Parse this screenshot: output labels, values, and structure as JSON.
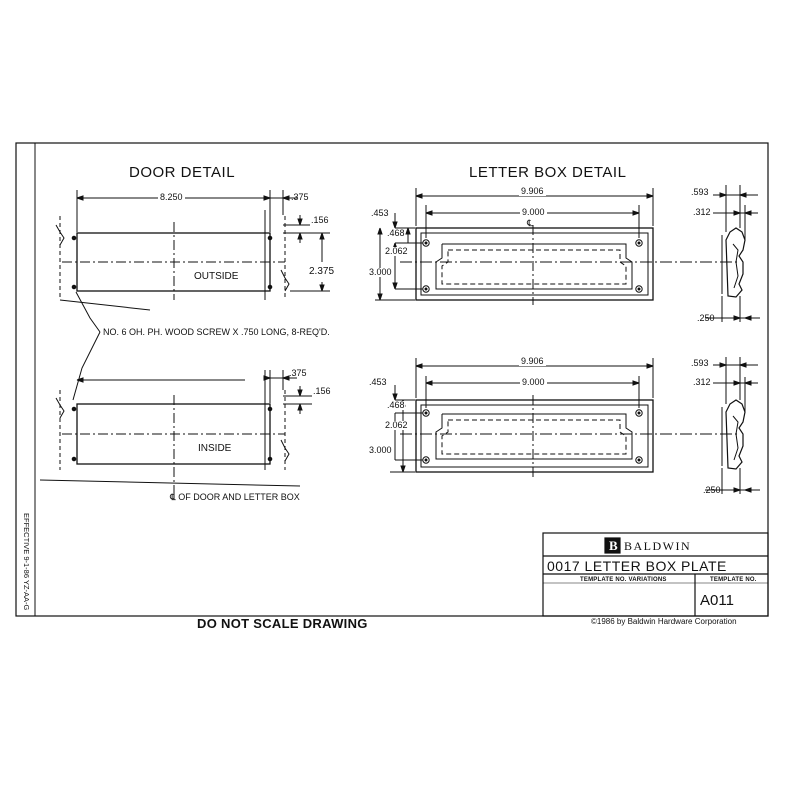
{
  "sheet": {
    "door_detail_heading": "DOOR DETAIL",
    "letter_box_heading": "LETTER BOX DETAIL",
    "effective_note": "EFFECTIVE 9-1-86 YZ-AA-G",
    "do_not_scale": "DO NOT SCALE DRAWING",
    "copyright": "©1986 by Baldwin Hardware Corporation"
  },
  "door_detail": {
    "width_dim": "8.250",
    "offset_dim_top": ".375",
    "offset_dim_bottom": ".375",
    "edge_dim_top": ".156",
    "edge_dim_bottom": ".156",
    "height_dim": "2.375",
    "outside_label": "OUTSIDE",
    "inside_label": "INSIDE",
    "screw_note": "NO. 6 OH. PH. WOOD SCREW X .750 LONG, 8-REQ'D.",
    "centerline_note": "℄ OF DOOR AND LETTER BOX"
  },
  "letter_box_detail": {
    "overall_width": "9.906",
    "hole_width": "9.000",
    "top_margin": ".453",
    "hole_offset": ".468",
    "opening_height": "2.062",
    "overall_height": "3.000",
    "centerline_mark": "℄",
    "side_depth": ".593",
    "side_flange": ".312",
    "side_thickness": ".250"
  },
  "title_block": {
    "brand_letter": "B",
    "brand": "BALDWIN",
    "title": "0017 LETTER BOX PLATE",
    "variations_label": "TEMPLATE NO. VARIATIONS",
    "template_label": "TEMPLATE NO.",
    "template_no": "A011"
  }
}
